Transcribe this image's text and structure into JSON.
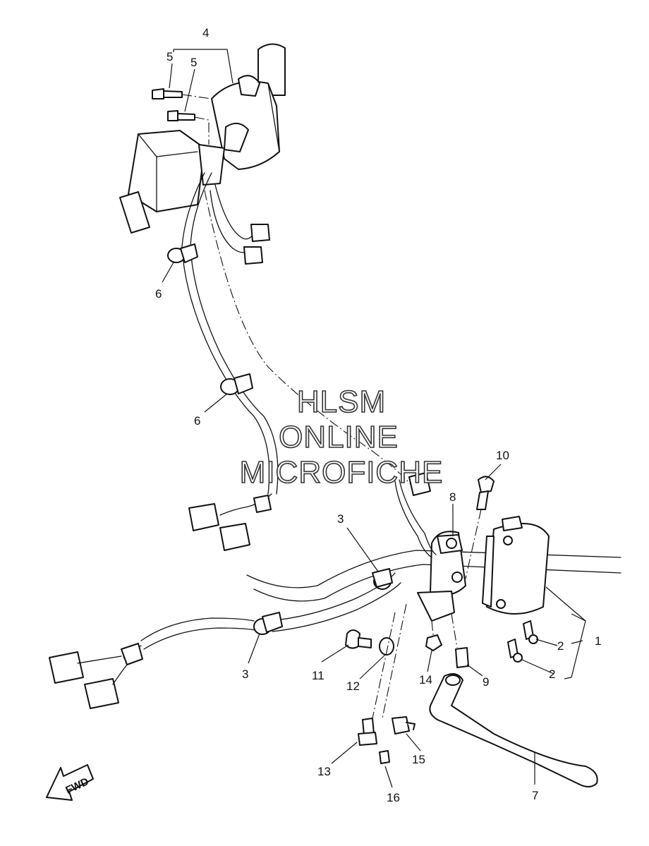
{
  "watermark": {
    "line1": "HLSM",
    "line2": "ONLINE",
    "line3": "MICROFICHE"
  },
  "fwd": {
    "label": "FWD"
  },
  "callouts": {
    "c1": "1",
    "c2a": "2",
    "c2b": "2",
    "c3a": "3",
    "c3b": "3",
    "c4": "4",
    "c5a": "5",
    "c5b": "5",
    "c6a": "6",
    "c6b": "6",
    "c7": "7",
    "c8": "8",
    "c9": "9",
    "c10": "10",
    "c11": "11",
    "c12": "12",
    "c13": "13",
    "c14": "14",
    "c15": "15",
    "c16": "16"
  }
}
